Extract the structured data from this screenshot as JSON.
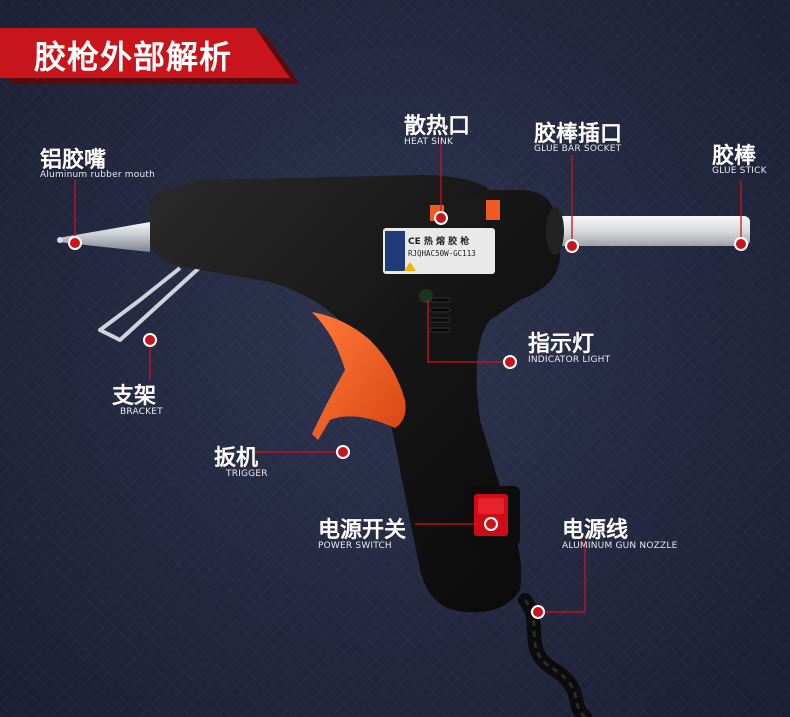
{
  "title": "胶枪外部解析",
  "labels": {
    "nozzle": {
      "cn": "铝胶嘴",
      "en": "Aluminum rubber mouth"
    },
    "heat_sink": {
      "cn": "散热口",
      "en": "HEAT SINK"
    },
    "socket": {
      "cn": "胶棒插口",
      "en": "GLUE BAR SOCKET"
    },
    "stick": {
      "cn": "胶棒",
      "en": "GLUE STICK"
    },
    "indicator": {
      "cn": "指示灯",
      "en": "INDICATOR LIGHT"
    },
    "bracket": {
      "cn": "支架",
      "en": "BRACKET"
    },
    "trigger": {
      "cn": "扳机",
      "en": "TRIGGER"
    },
    "switch": {
      "cn": "电源开关",
      "en": "POWER SWITCH"
    },
    "cord": {
      "cn": "电源线",
      "en": "ALUMINUM GUN NOZZLE"
    }
  },
  "product_label": {
    "line1": "CE 热 熔 胶 枪",
    "model": "RJQHAC50W-GC113"
  },
  "colors": {
    "accent": "#c8151b",
    "trigger": "#f05a22",
    "body": "#161616",
    "metal": "#c9ced6"
  }
}
